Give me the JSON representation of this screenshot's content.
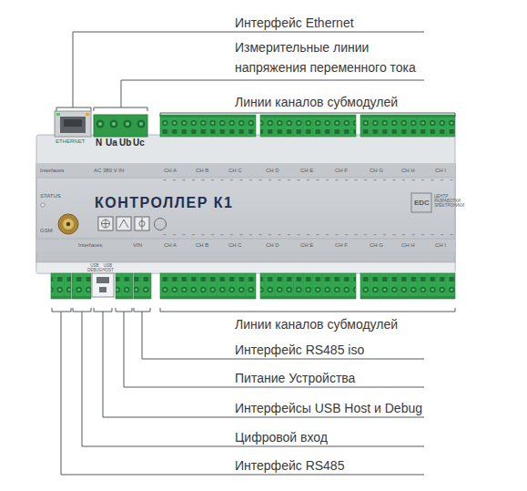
{
  "diagram": {
    "labels": [
      "Интерфейс Ethernet",
      "Измерительные линии напряжения переменного тока",
      "Линии каналов субмодулей",
      "ETHERNET",
      "N",
      "Ua",
      "Ub",
      "Uc",
      "Interfaces",
      "AC 380 V IN",
      "CH A",
      "CH B",
      "CH C",
      "CH D",
      "CH E",
      "CH F",
      "CH G",
      "CH H",
      "CH I",
      "STATUS",
      "GSM",
      "КОНТРОЛЛЕР К1",
      "EDC",
      "ЦЕНТР РАЗРАБОТКИ ЭЛЕКТРОНИКИ",
      "Interfaces",
      "VIN",
      "USB DEBUG",
      "USB HOST",
      "CH A",
      "CH B",
      "CH C",
      "CH D",
      "CH E",
      "CH F",
      "CH G",
      "CH H",
      "CH I",
      "Линии каналов субмодулей",
      "Интерфейс RS485 iso",
      "Питание Устройства",
      "Интерфейсы USB Host и Debug",
      "Цифровой вход",
      "Интерфейс RS485"
    ]
  }
}
